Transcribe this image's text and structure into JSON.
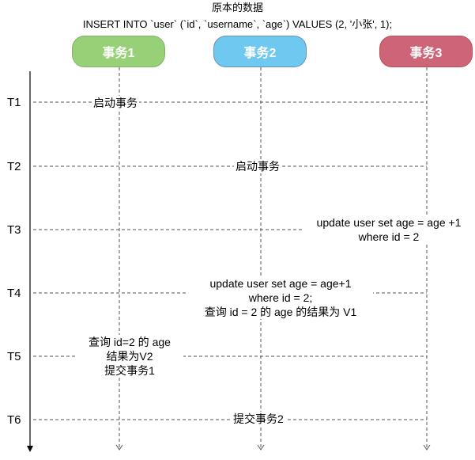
{
  "header": {
    "line1": "原本的数据",
    "line2": "INSERT INTO `user` (`id`, `username`, `age`) VALUES (2, '小张', 1);"
  },
  "transactions": [
    {
      "label": "事务1",
      "fill": "#97d077",
      "stroke": "#82b366"
    },
    {
      "label": "事务2",
      "fill": "#6fc8ef",
      "stroke": "#6c8ebf"
    },
    {
      "label": "事务3",
      "fill": "#cd6478",
      "stroke": "#b85450"
    }
  ],
  "times": [
    "T1",
    "T2",
    "T3",
    "T4",
    "T5",
    "T6"
  ],
  "events": {
    "t1": "启动事务",
    "t2": "启动事务",
    "t3": [
      "update user set age = age +1",
      "where id = 2"
    ],
    "t4": [
      "update user set age = age+1",
      "where id = 2;",
      "查询 id = 2 的 age 的结果为 V1"
    ],
    "t5": [
      "查询 id=2 的 age",
      "结果为V2",
      "提交事务1"
    ],
    "t6": "提交事务2"
  }
}
